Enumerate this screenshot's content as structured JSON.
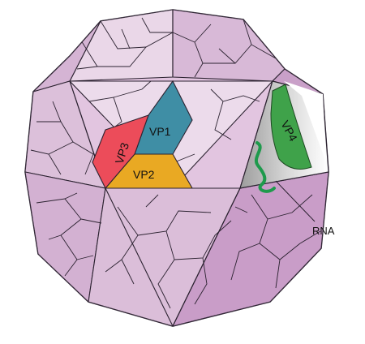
{
  "colors": {
    "capsid_light": "#e8d0e6",
    "capsid_mid": "#d7b4d6",
    "capsid_dark": "#c497c4",
    "outline": "#2b2230",
    "vp1": "#3f8ea5",
    "vp2": "#e9a923",
    "vp3": "#ec4c5a",
    "vp4": "#3fa24a",
    "rna": "#1e9a4c",
    "cutaway": "#bfbfbf"
  },
  "labels": {
    "vp1": "VP1",
    "vp2": "VP2",
    "vp3": "VP3",
    "vp4": "VP4",
    "rna": "RNA"
  }
}
